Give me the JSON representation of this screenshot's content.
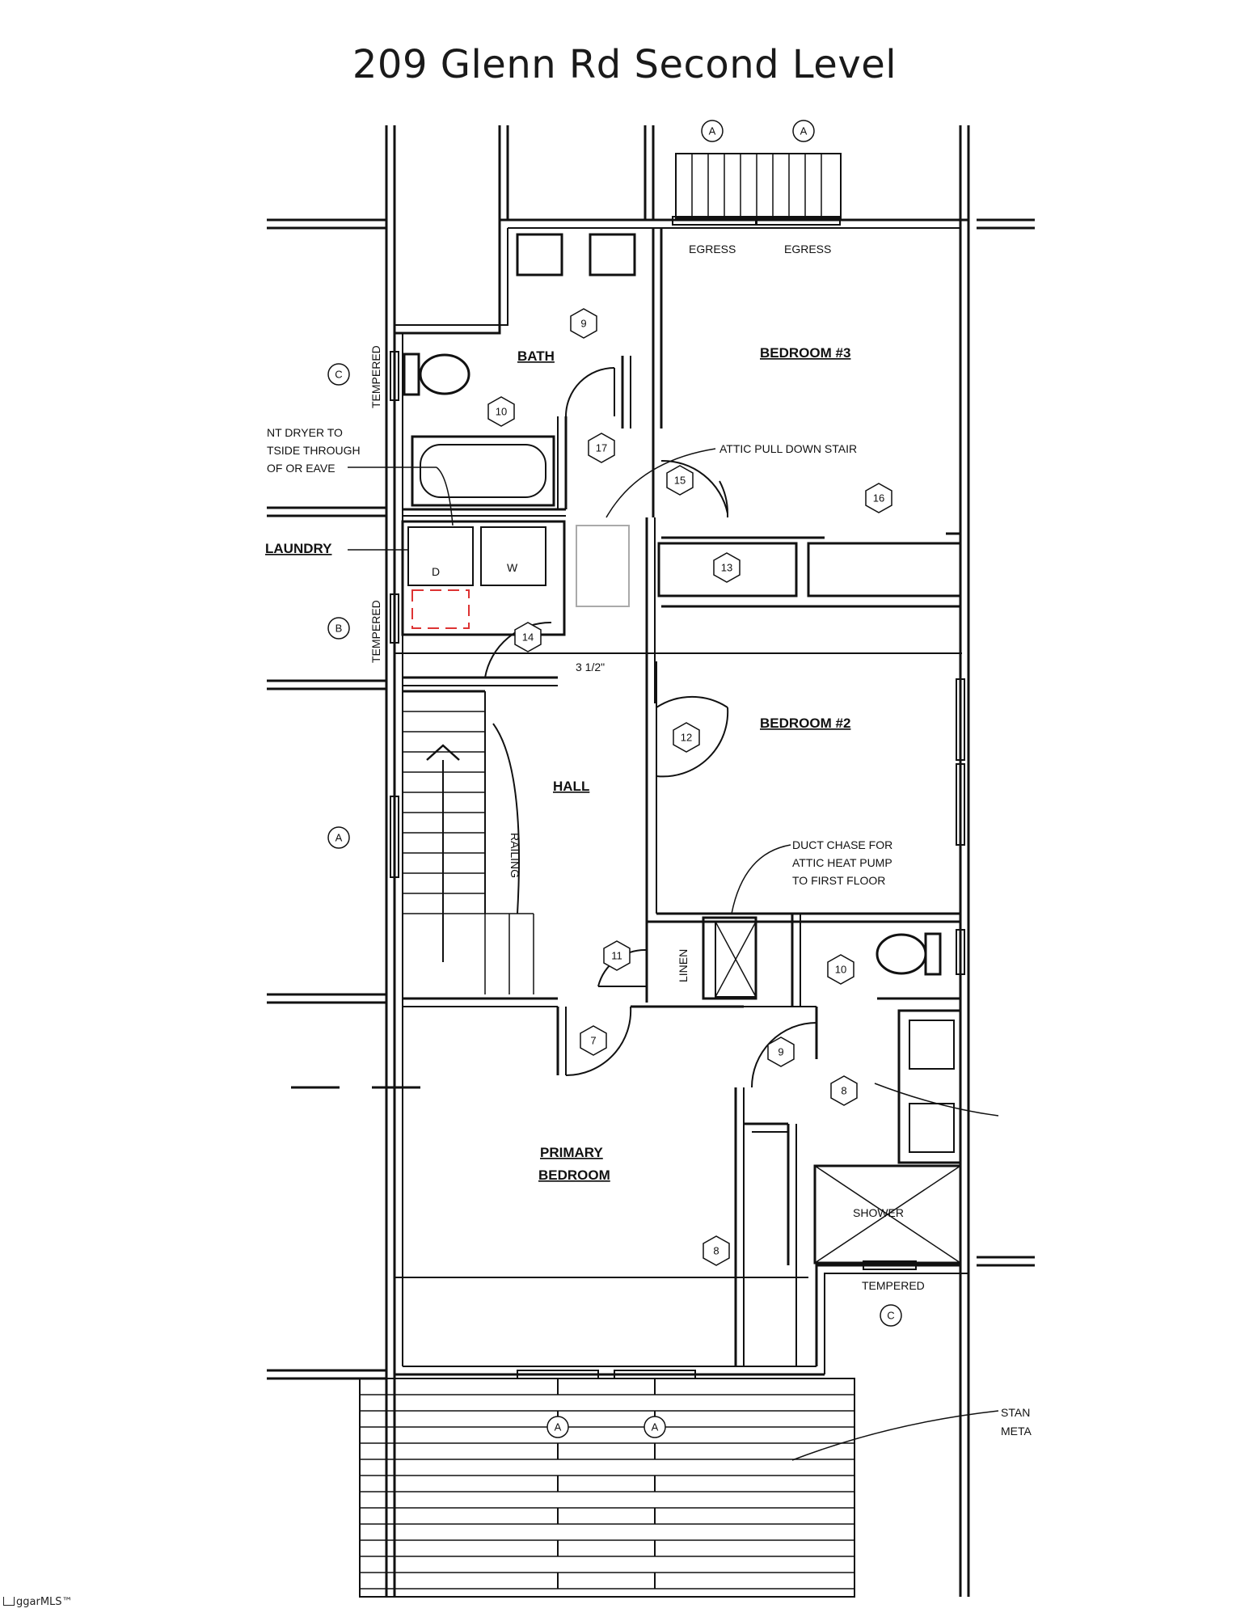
{
  "title": "209 Glenn Rd Second Level",
  "rooms": {
    "bath": "BATH",
    "bedroom3": "BEDROOM #3",
    "bedroom2": "BEDROOM #2",
    "hall": "HALL",
    "laundry": "LAUNDRY",
    "primary_line1": "PRIMARY",
    "primary_line2": "BEDROOM",
    "linen": "LINEN",
    "shower": "SHOWER"
  },
  "notes": {
    "egress": "EGRESS",
    "attic_stair": "ATTIC PULL DOWN STAIR",
    "dryer_line1": "NT DRYER TO",
    "dryer_line2": "TSIDE THROUGH",
    "dryer_line3": "OF OR EAVE",
    "duct_line1": "DUCT CHASE FOR",
    "duct_line2": "ATTIC HEAT PUMP",
    "duct_line3": "TO FIRST FLOOR",
    "tempered": "TEMPERED",
    "railing": "RAILING",
    "dim_3_5": "3 1/2\"",
    "stan": "STAN",
    "meta": "META",
    "dryer": "D",
    "washer": "W"
  },
  "tags": {
    "t9a": "9",
    "t10a": "10",
    "t17": "17",
    "t15": "15",
    "t16": "16",
    "t13": "13",
    "t14": "14",
    "t12": "12",
    "t11": "11",
    "t10b": "10",
    "t7": "7",
    "t9b": "9",
    "t8a": "8",
    "t8b": "8"
  },
  "window_refs": {
    "a": "A",
    "b": "B",
    "c": "C"
  },
  "watermark": "ggarMLS™"
}
